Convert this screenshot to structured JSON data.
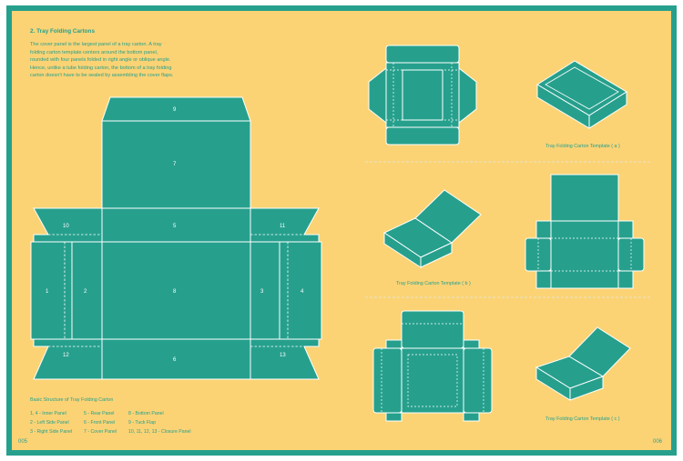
{
  "header": {
    "title": "2. Tray Folding Cartons",
    "intro": "The cover panel is the largest panel of a tray carton. A tray folding carton template centers around the bottom panel, rounded with four panels folded in right angle or oblique angle. Hence, unlike a tube folding carton, the bottom of a tray folding carton doesn't have to be sealed by assembling the cover flaps."
  },
  "diagram": {
    "panel_numbers": [
      "1",
      "2",
      "3",
      "4",
      "5",
      "6",
      "7",
      "8",
      "9",
      "10",
      "11",
      "12",
      "13"
    ]
  },
  "legend": {
    "title": "Basic Structure of Tray Folding Carton",
    "items": [
      "1, 4 - Inner Panel",
      "2 - Left Side Panel",
      "3 - Right Side Panel",
      "5 - Rear Panel",
      "6 - Front Panel",
      "7 - Cover Panel",
      "8 - Bottom Panel",
      "9 - Tuck Flap",
      "10, 11, 12, 13 - Closure Panel"
    ]
  },
  "templates": {
    "a": "Tray Folding Carton Template ( a )",
    "b": "Tray Folding Carton Template ( b )",
    "c": "Tray Folding Carton Template ( c )"
  },
  "footer": {
    "left_page": "005",
    "right_page": "006"
  },
  "colors": {
    "paper": "#fbd375",
    "teal": "#26a08d",
    "line": "#ffffff"
  }
}
